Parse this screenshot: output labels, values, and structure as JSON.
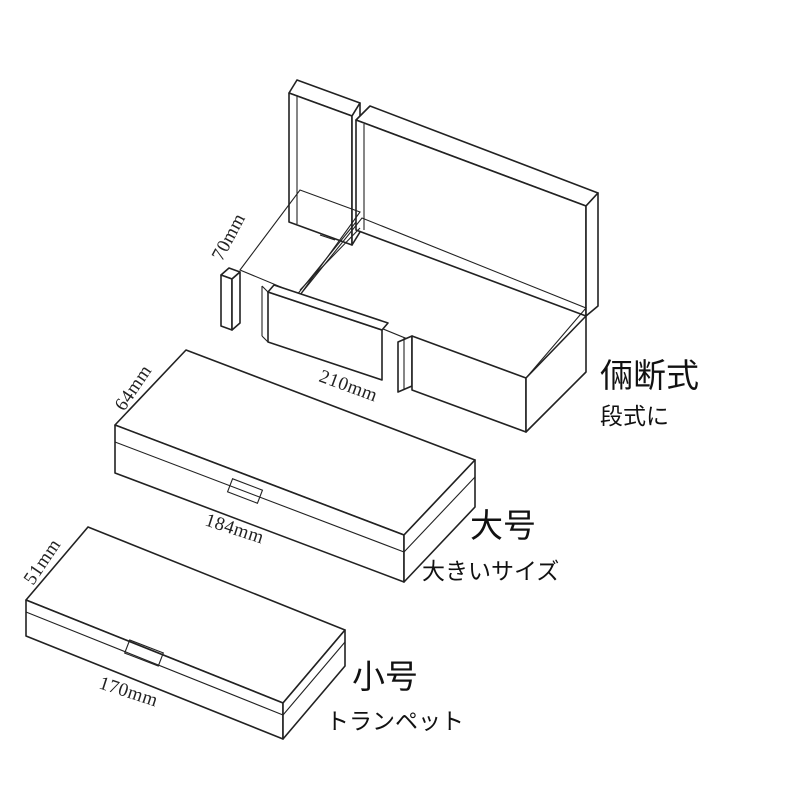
{
  "boxes": {
    "open_box": {
      "depth_label": "70mm",
      "width_label": "210mm",
      "title": "倆断式",
      "subtitle": "段式に"
    },
    "large_box": {
      "depth_label": "64mm",
      "width_label": "184mm",
      "title": "大号",
      "subtitle": "大きいサイズ"
    },
    "small_box": {
      "depth_label": "51mm",
      "width_label": "170mm",
      "title": "小号",
      "subtitle": "トランペット"
    }
  }
}
